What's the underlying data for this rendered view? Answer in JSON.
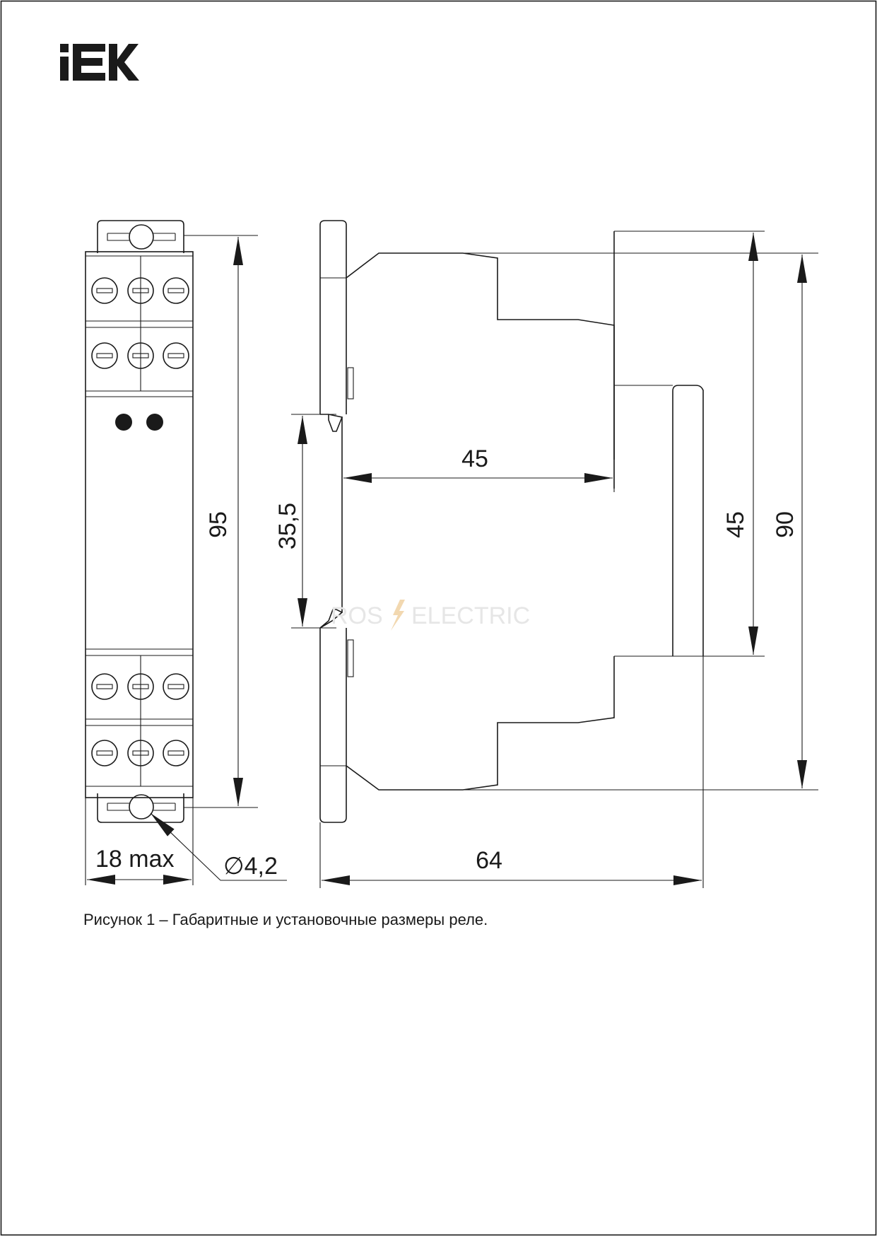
{
  "brand": {
    "logo_text": "IEK"
  },
  "drawing": {
    "dims": {
      "height_total": "95",
      "width": "18 max",
      "hole": "∅4,2",
      "rail": "35,5",
      "depth_front": "45",
      "front_height": "45",
      "body_height": "90",
      "depth_total": "64"
    },
    "watermark_left": "ROS",
    "watermark_right": "ELECTRIC"
  },
  "caption": "Рисунок 1 – Габаритные и установочные размеры реле."
}
